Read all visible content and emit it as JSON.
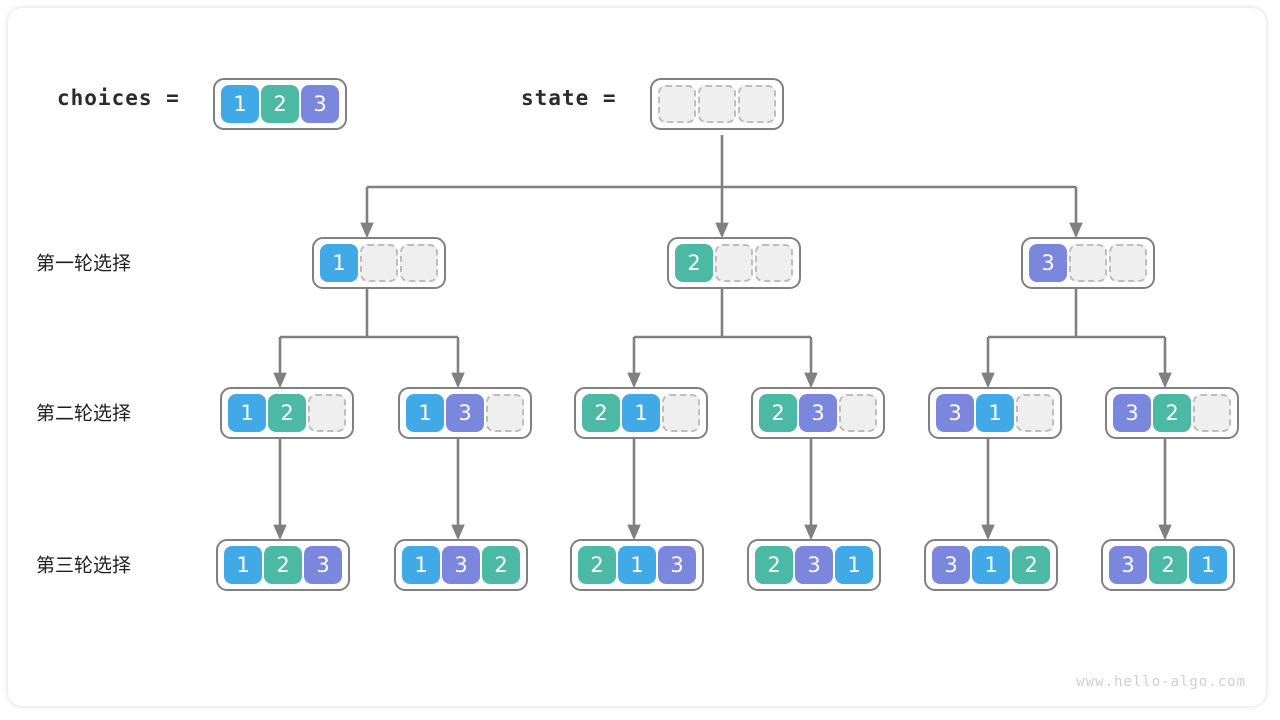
{
  "diagram": {
    "title_hidden": "",
    "watermark": "www.hello-algo.com",
    "header": {
      "choices_label": "choices =",
      "state_label": "state =",
      "choices_values": [
        "1",
        "2",
        "3"
      ],
      "state_values": [
        "",
        "",
        ""
      ]
    },
    "row_labels": {
      "level1": "第一轮选择",
      "level2": "第二轮选择",
      "level3": "第三轮选择"
    },
    "colors": {
      "value_1": "#41A9E6",
      "value_2": "#4CB9A4",
      "value_3": "#7B87DC",
      "empty_cell_fill": "#efefef",
      "empty_cell_border": "#bdbdbd",
      "array_border": "#808080",
      "wire": "#808080",
      "text": "#2b2b2b",
      "watermark": "#cfcfcf"
    },
    "levels": [
      {
        "name": "level1",
        "nodes": [
          {
            "cells": [
              "1",
              "",
              ""
            ]
          },
          {
            "cells": [
              "2",
              "",
              ""
            ]
          },
          {
            "cells": [
              "3",
              "",
              ""
            ]
          }
        ]
      },
      {
        "name": "level2",
        "nodes": [
          {
            "cells": [
              "1",
              "2",
              ""
            ]
          },
          {
            "cells": [
              "1",
              "3",
              ""
            ]
          },
          {
            "cells": [
              "2",
              "1",
              ""
            ]
          },
          {
            "cells": [
              "2",
              "3",
              ""
            ]
          },
          {
            "cells": [
              "3",
              "1",
              ""
            ]
          },
          {
            "cells": [
              "3",
              "2",
              ""
            ]
          }
        ]
      },
      {
        "name": "level3",
        "nodes": [
          {
            "cells": [
              "1",
              "2",
              "3"
            ]
          },
          {
            "cells": [
              "1",
              "3",
              "2"
            ]
          },
          {
            "cells": [
              "2",
              "1",
              "3"
            ]
          },
          {
            "cells": [
              "2",
              "3",
              "1"
            ]
          },
          {
            "cells": [
              "3",
              "1",
              "2"
            ]
          },
          {
            "cells": [
              "3",
              "2",
              "1"
            ]
          }
        ]
      }
    ]
  }
}
